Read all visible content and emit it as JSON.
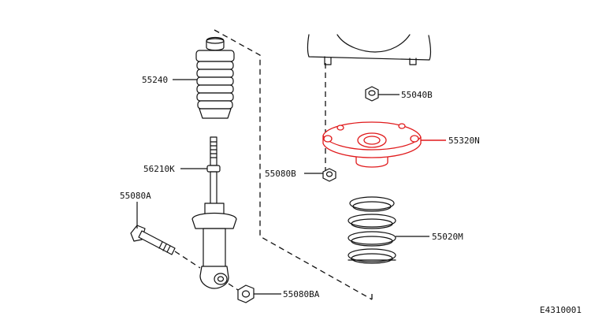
{
  "parts": {
    "bound_bumper": "55240",
    "piston_rod_nut": "56210K",
    "lower_bolt": "55080A",
    "lower_nut": "55080BA",
    "upper_nut": "55040B",
    "upper_mount": "55320N",
    "mount_washer_nut": "55080B",
    "coil_spring": "55020M"
  },
  "diagram_code": "E4310001",
  "colors": {
    "highlight": "#e0191b",
    "line": "#111111"
  }
}
